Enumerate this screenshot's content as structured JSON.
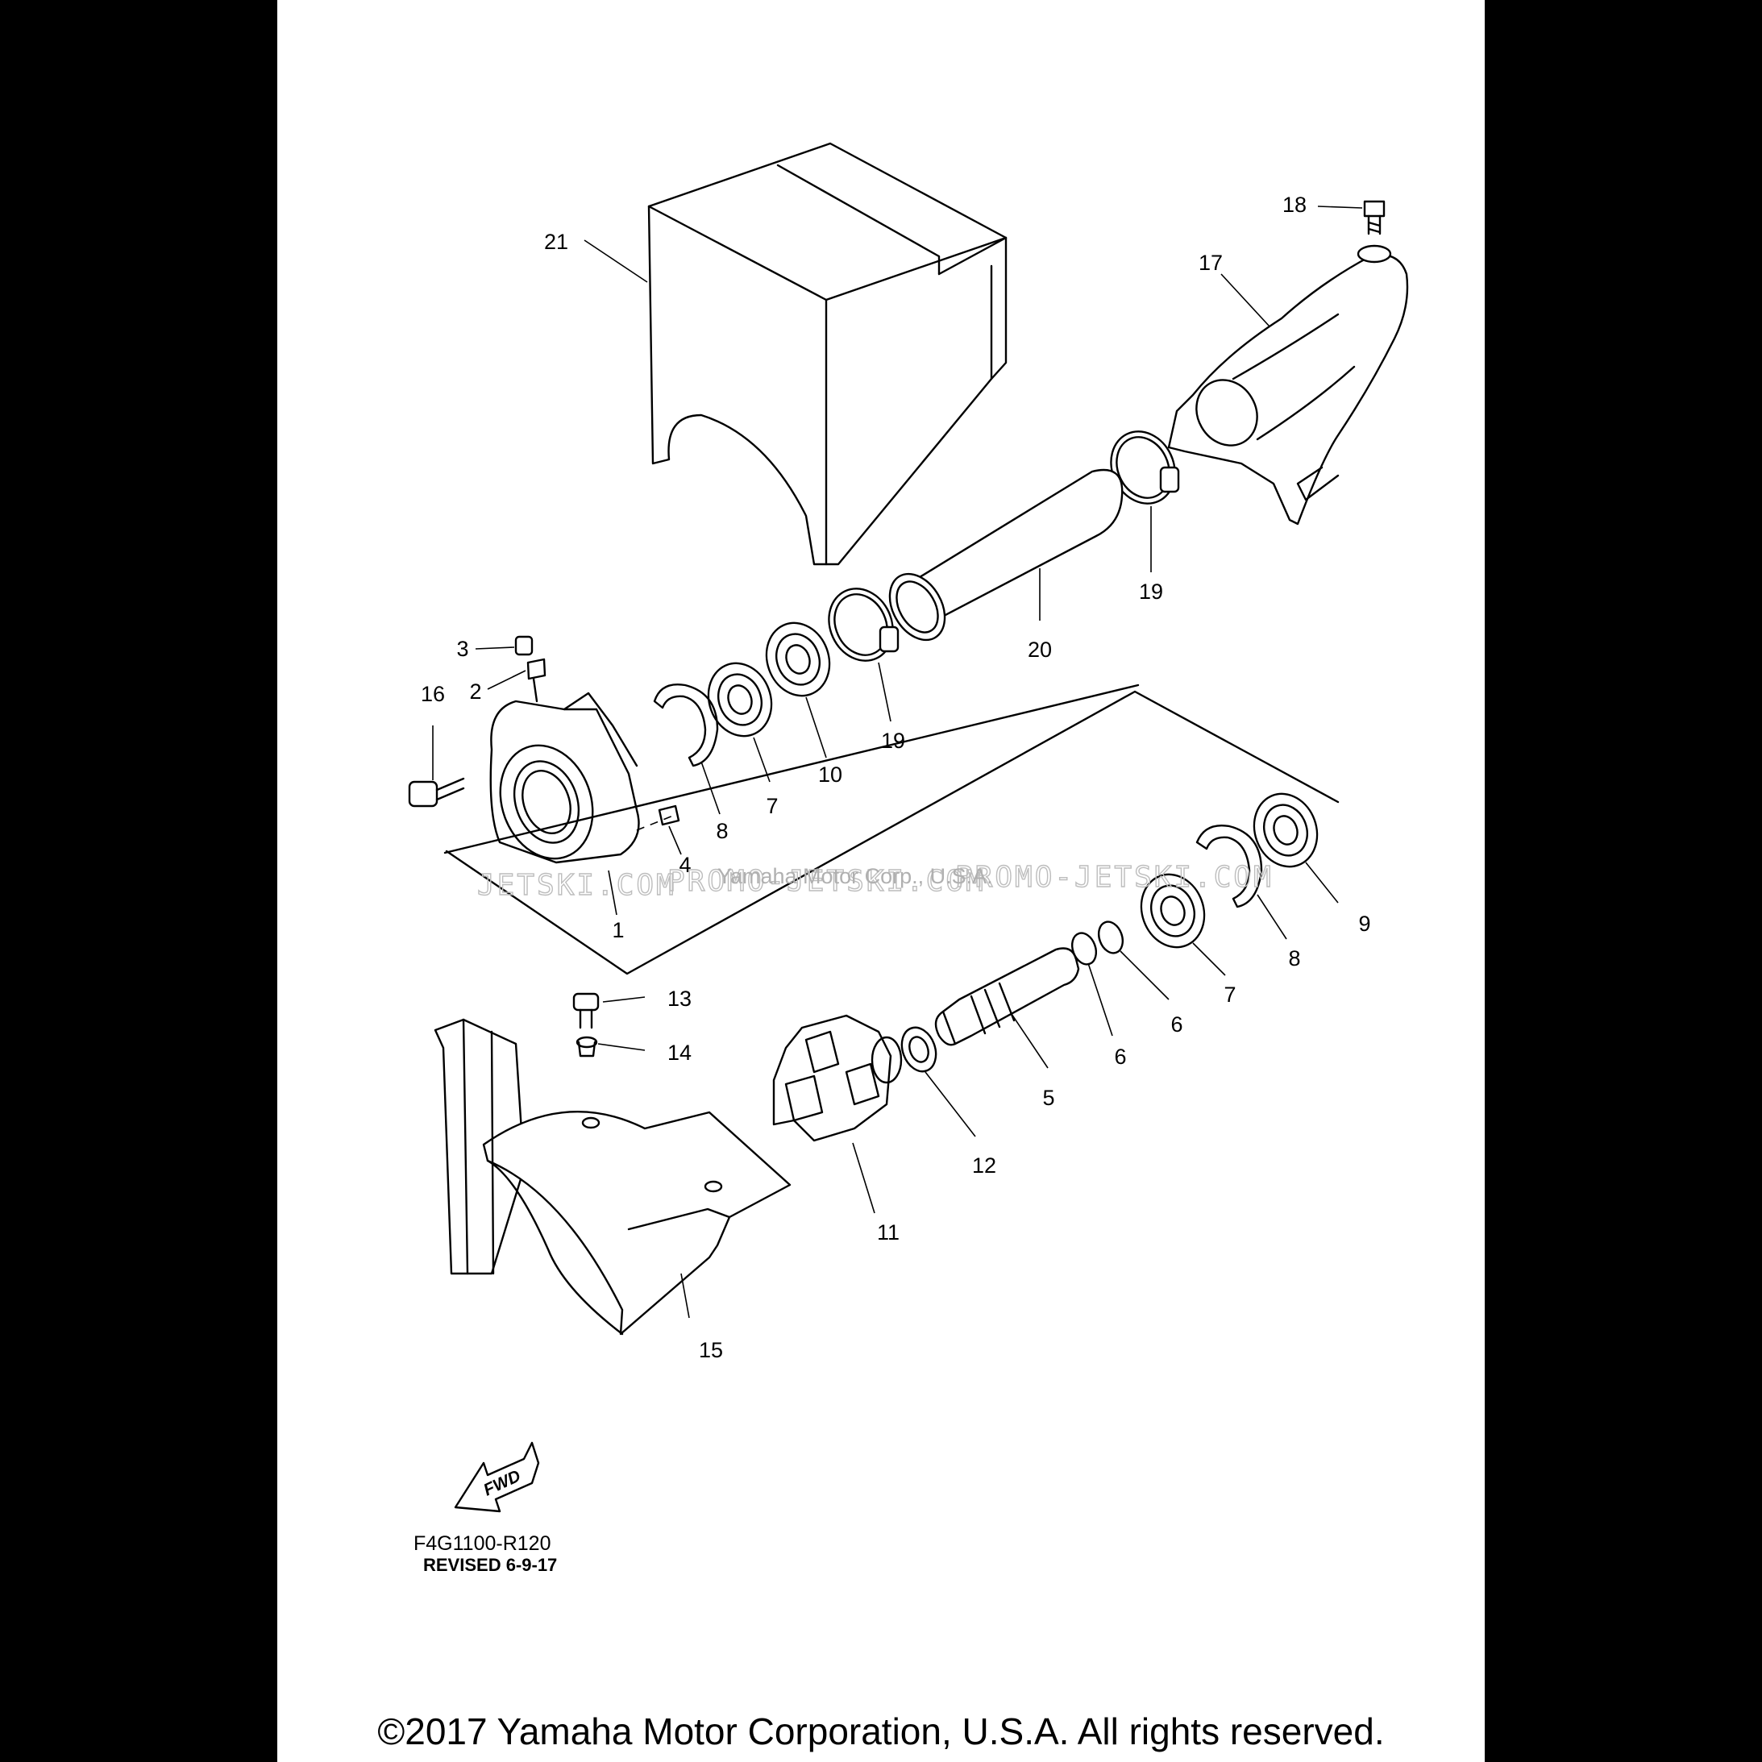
{
  "parts": [
    {
      "id": "part-1",
      "number": "1"
    },
    {
      "id": "part-2",
      "number": "2"
    },
    {
      "id": "part-3",
      "number": "3"
    },
    {
      "id": "part-4",
      "number": "4"
    },
    {
      "id": "part-5",
      "number": "5"
    },
    {
      "id": "part-6a",
      "number": "6"
    },
    {
      "id": "part-6b",
      "number": "6"
    },
    {
      "id": "part-7a",
      "number": "7"
    },
    {
      "id": "part-7b",
      "number": "7"
    },
    {
      "id": "part-8a",
      "number": "8"
    },
    {
      "id": "part-8b",
      "number": "8"
    },
    {
      "id": "part-9",
      "number": "9"
    },
    {
      "id": "part-10",
      "number": "10"
    },
    {
      "id": "part-11",
      "number": "11"
    },
    {
      "id": "part-12",
      "number": "12"
    },
    {
      "id": "part-13",
      "number": "13"
    },
    {
      "id": "part-14",
      "number": "14"
    },
    {
      "id": "part-15",
      "number": "15"
    },
    {
      "id": "part-16",
      "number": "16"
    },
    {
      "id": "part-17",
      "number": "17"
    },
    {
      "id": "part-18",
      "number": "18"
    },
    {
      "id": "part-19a",
      "number": "19"
    },
    {
      "id": "part-19b",
      "number": "19"
    },
    {
      "id": "part-20",
      "number": "20"
    },
    {
      "id": "part-21",
      "number": "21"
    }
  ],
  "watermark": {
    "left": "JETSKI.COM",
    "middle": "PROMO-JETSKI.COM",
    "right": "PROMO-JETSKI.COM",
    "overlay": "Yamaha Motor Corp., U.S.A."
  },
  "fwd_label": "FWD",
  "reference": {
    "code": "F4G1100-R120",
    "revised": "REVISED 6-9-17"
  },
  "copyright": "©2017 Yamaha Motor Corporation, U.S.A. All rights reserved.",
  "colors": {
    "background": "#000000",
    "sheet": "#ffffff",
    "ink": "#000000",
    "watermark": "#bdbdbd"
  }
}
